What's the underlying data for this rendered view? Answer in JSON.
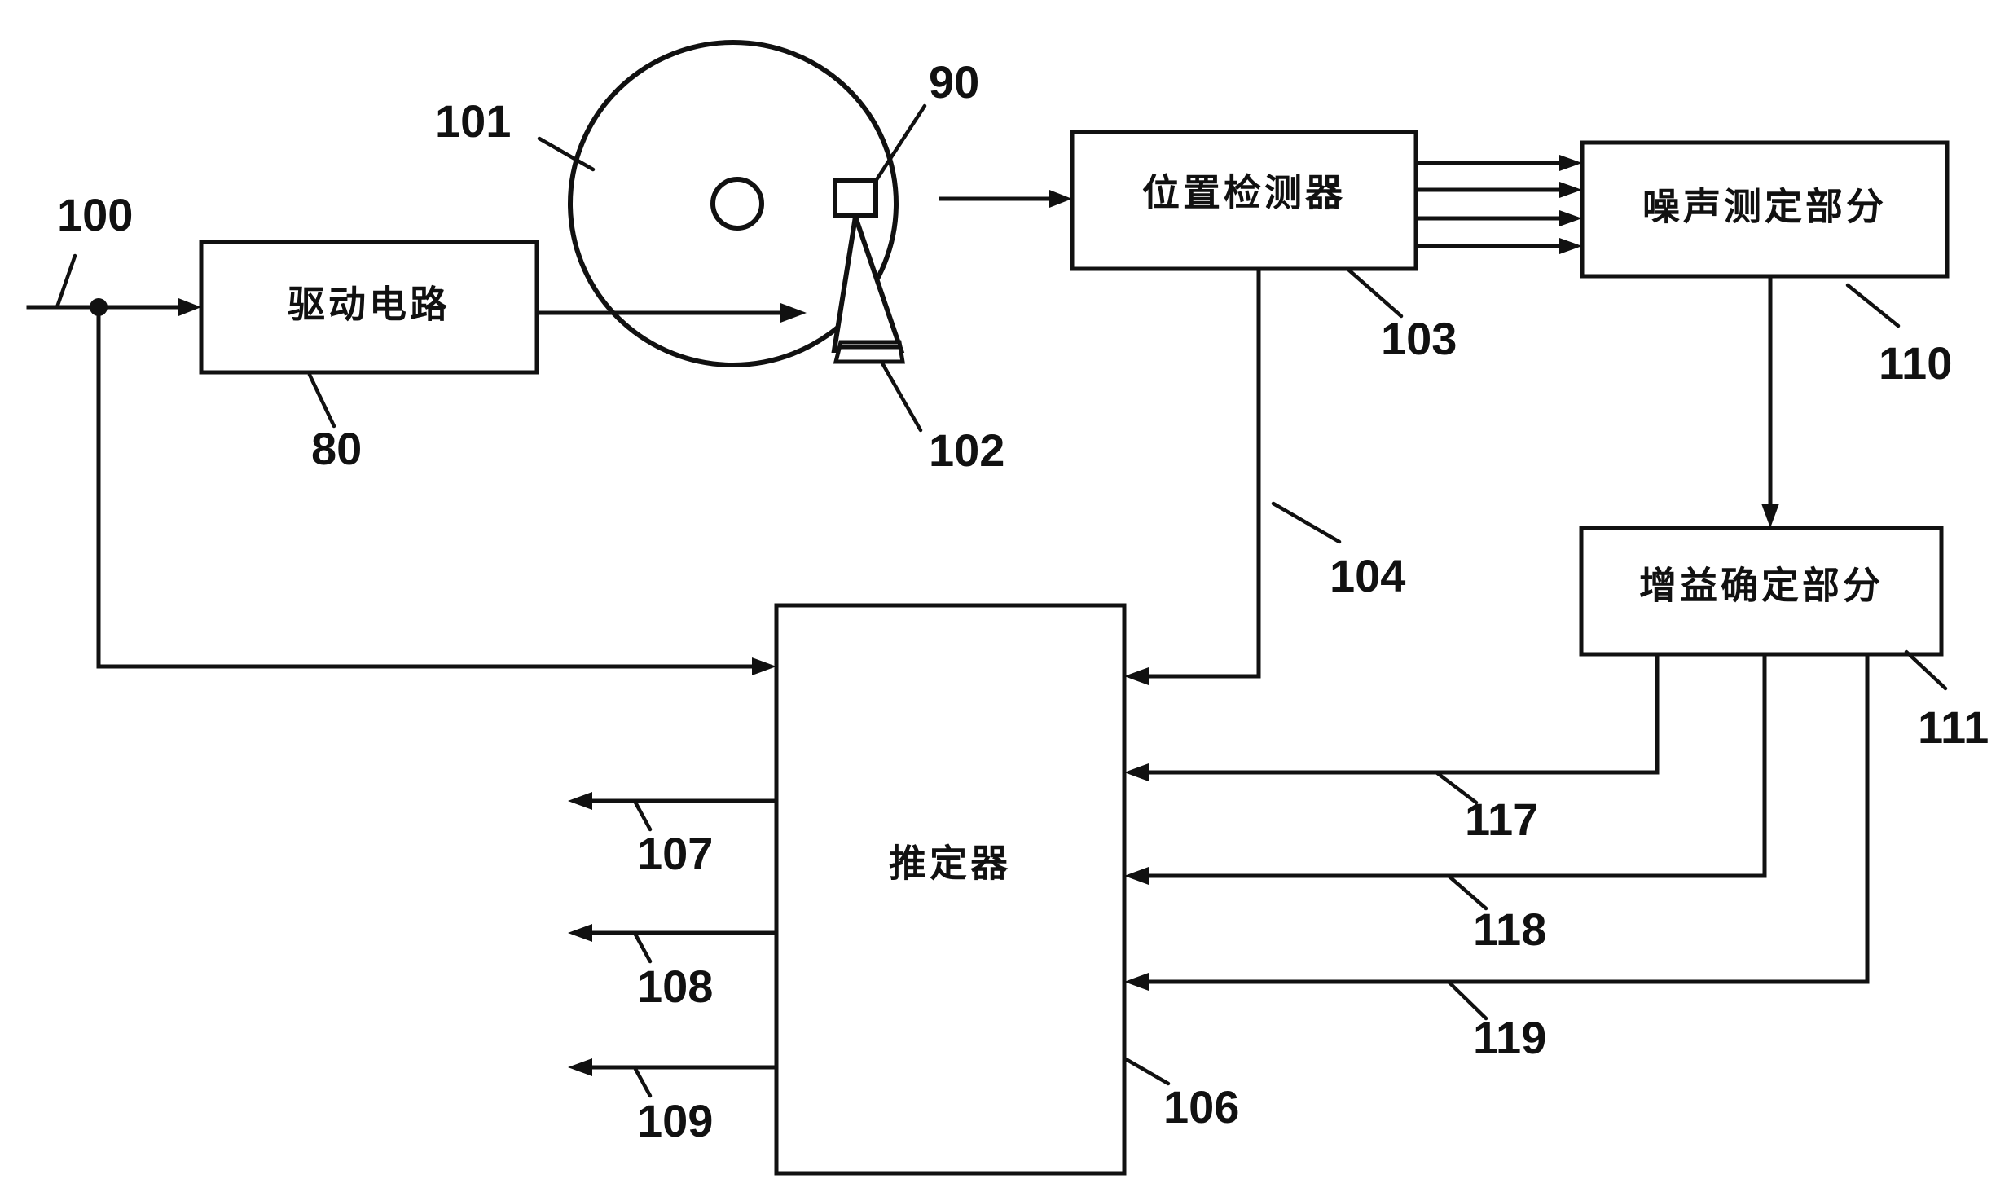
{
  "blocks": {
    "drive_circuit": "驱动电路",
    "position_detector": "位置检测器",
    "noise_measurement": "噪声测定部分",
    "gain_determination": "增益确定部分",
    "estimator": "推定器"
  },
  "labels": {
    "n90": "90",
    "n100": "100",
    "n101": "101",
    "n102": "102",
    "n103": "103",
    "n104": "104",
    "n106": "106",
    "n107": "107",
    "n108": "108",
    "n109": "109",
    "n110": "110",
    "n111": "111",
    "n117": "117",
    "n118": "118",
    "n119": "119",
    "n80": "80"
  }
}
